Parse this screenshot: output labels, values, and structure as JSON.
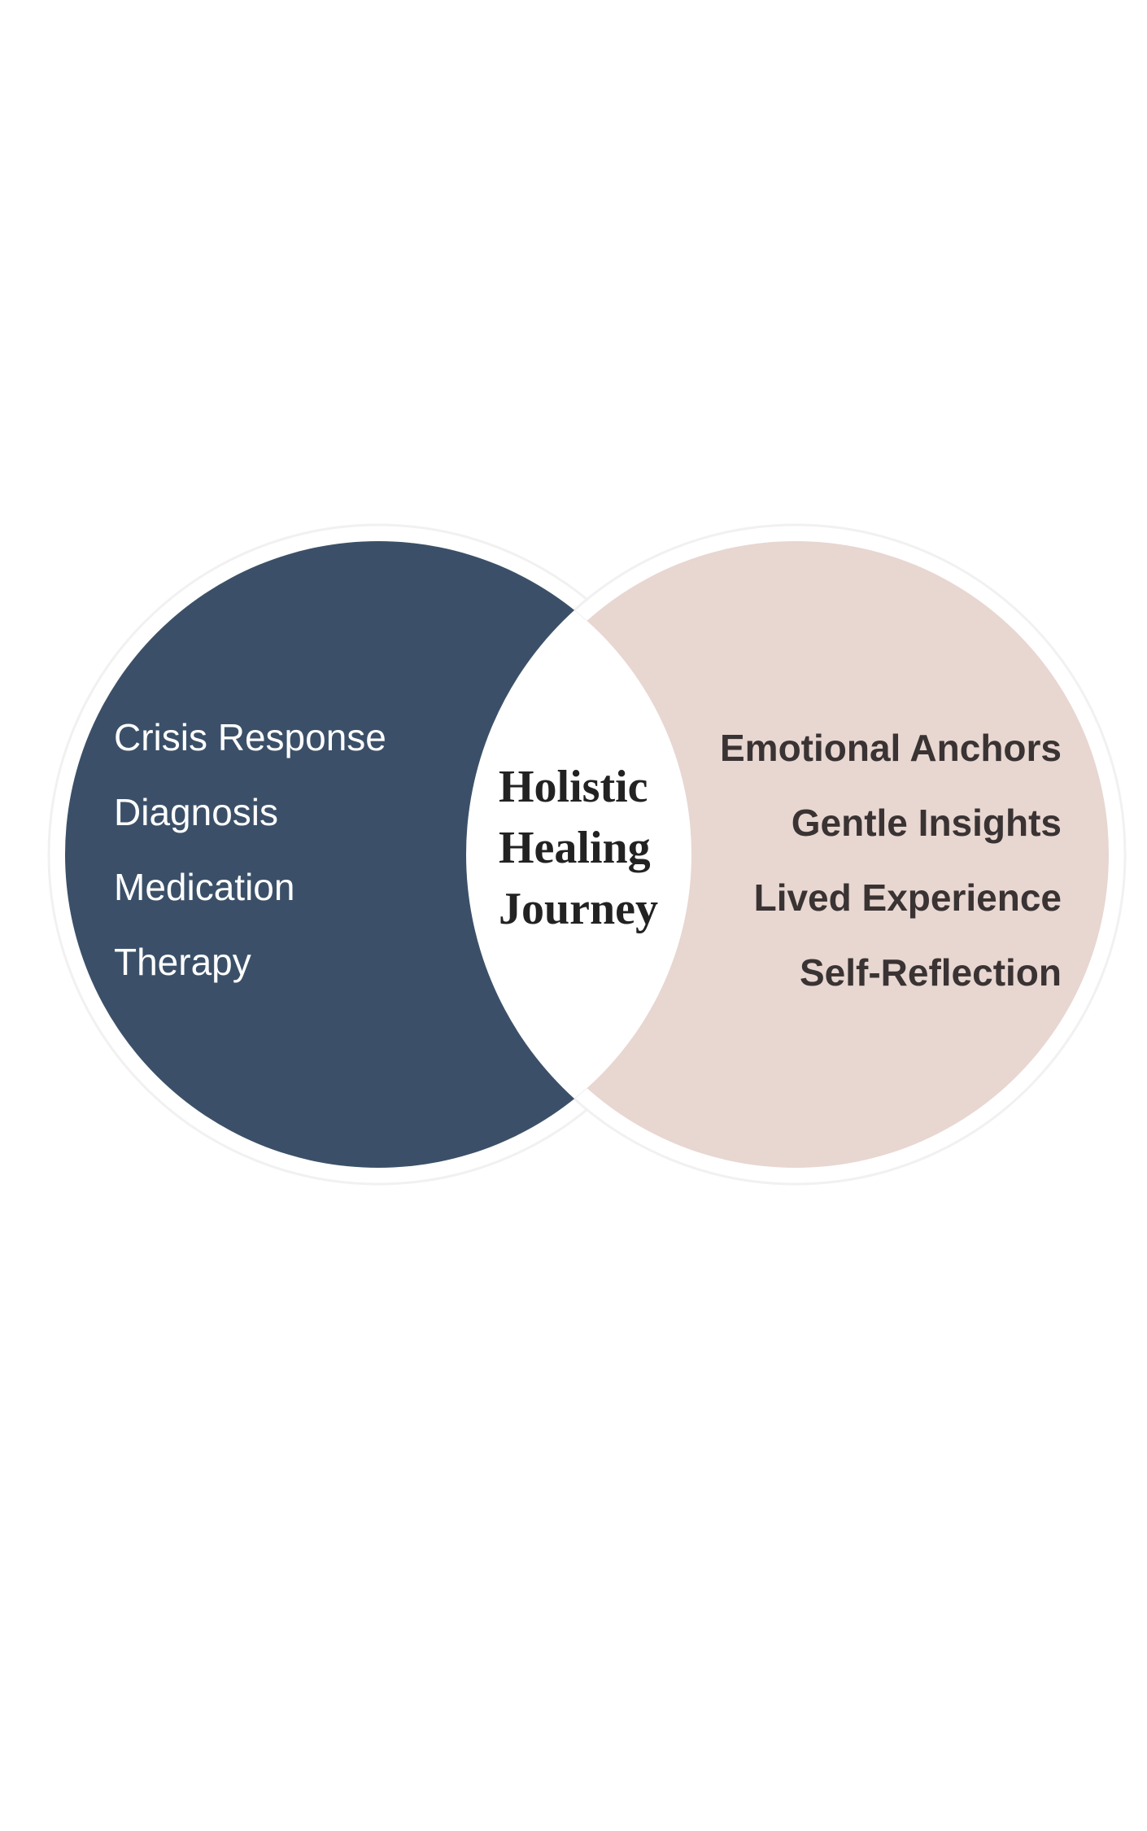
{
  "colors": {
    "left_circle": "#3b5068",
    "right_circle": "#e8d6d1",
    "overlap": "#ffffff",
    "outline": "#f1f1f1",
    "left_text": "#ffffff",
    "right_text": "#3a3333",
    "center_text": "#222222"
  },
  "left": {
    "items": [
      "Crisis Response",
      "Diagnosis",
      "Medication",
      "Therapy"
    ]
  },
  "right": {
    "items": [
      "Emotional Anchors",
      "Gentle Insights",
      "Lived Experience",
      "Self-Reflection"
    ]
  },
  "center": {
    "lines": [
      "Holistic",
      "Healing",
      "Journey"
    ]
  }
}
